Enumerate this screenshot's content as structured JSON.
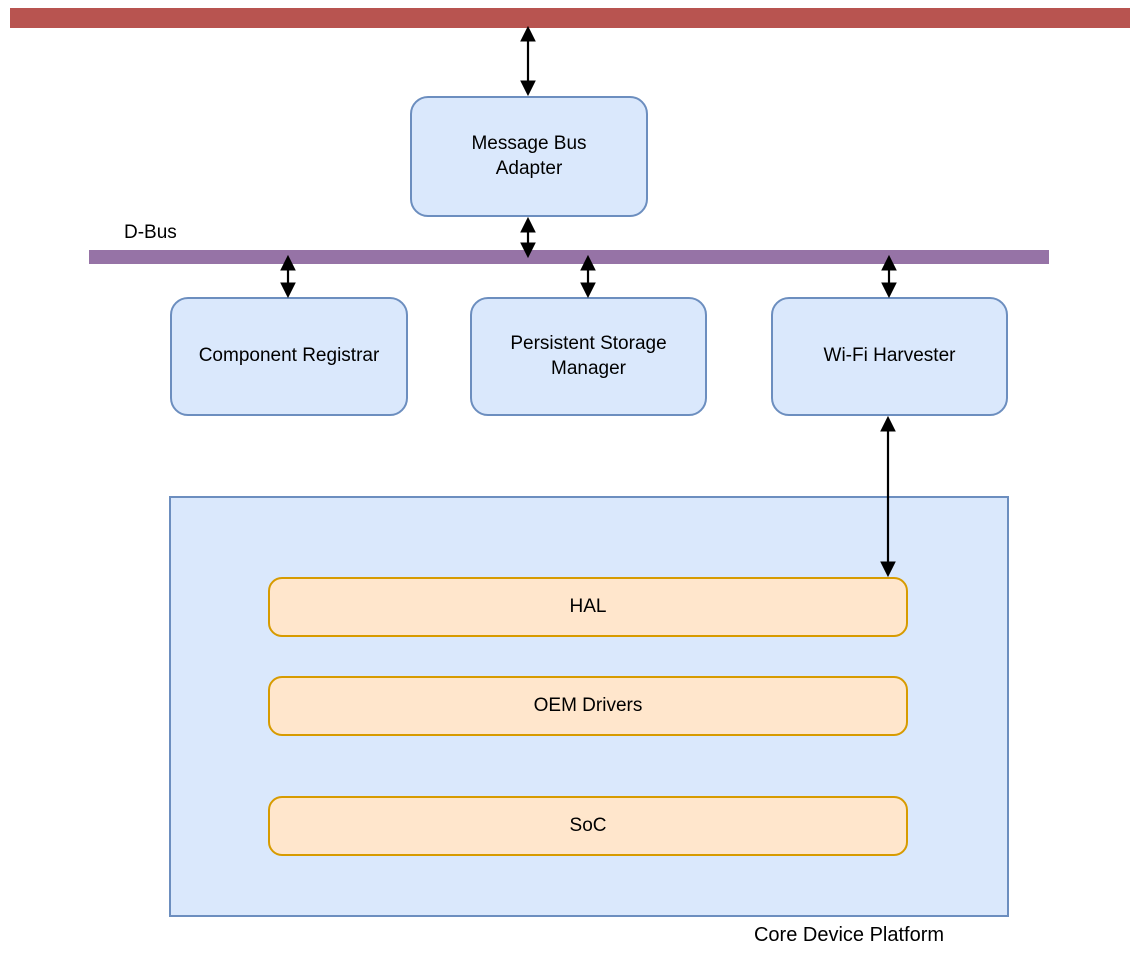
{
  "diagram": {
    "buses": {
      "external_bus": {
        "name": "external-bus",
        "color": "#b85450"
      },
      "dbus": {
        "label": "D-Bus",
        "color": "#9673a6"
      }
    },
    "nodes": {
      "message_bus_adapter": {
        "label": "Message Bus Adapter"
      },
      "component_registrar": {
        "label": "Component Registrar"
      },
      "persistent_storage_manager": {
        "label": "Persistent Storage Manager"
      },
      "wifi_harvester": {
        "label": "Wi-Fi Harvester"
      }
    },
    "platform": {
      "label": "Core Device Platform",
      "layers": {
        "hal": {
          "label": "HAL"
        },
        "oem_drivers": {
          "label": "OEM Drivers"
        },
        "soc": {
          "label": "SoC"
        }
      }
    },
    "colors": {
      "node_fill": "#dae8fc",
      "node_border": "#6c8ebf",
      "layer_fill": "#ffe6cc",
      "layer_border": "#d79b00",
      "external_bus": "#b85450",
      "dbus_bus": "#9673a6",
      "arrow": "#000000",
      "text": "#000000",
      "background": "#ffffff"
    },
    "connections": [
      {
        "from": "external-bus",
        "to": "message-bus-adapter",
        "type": "bidirectional"
      },
      {
        "from": "message-bus-adapter",
        "to": "dbus",
        "type": "bidirectional"
      },
      {
        "from": "dbus",
        "to": "component-registrar",
        "type": "bidirectional"
      },
      {
        "from": "dbus",
        "to": "persistent-storage-manager",
        "type": "bidirectional"
      },
      {
        "from": "dbus",
        "to": "wifi-harvester",
        "type": "bidirectional"
      },
      {
        "from": "wifi-harvester",
        "to": "hal",
        "type": "bidirectional"
      }
    ]
  }
}
